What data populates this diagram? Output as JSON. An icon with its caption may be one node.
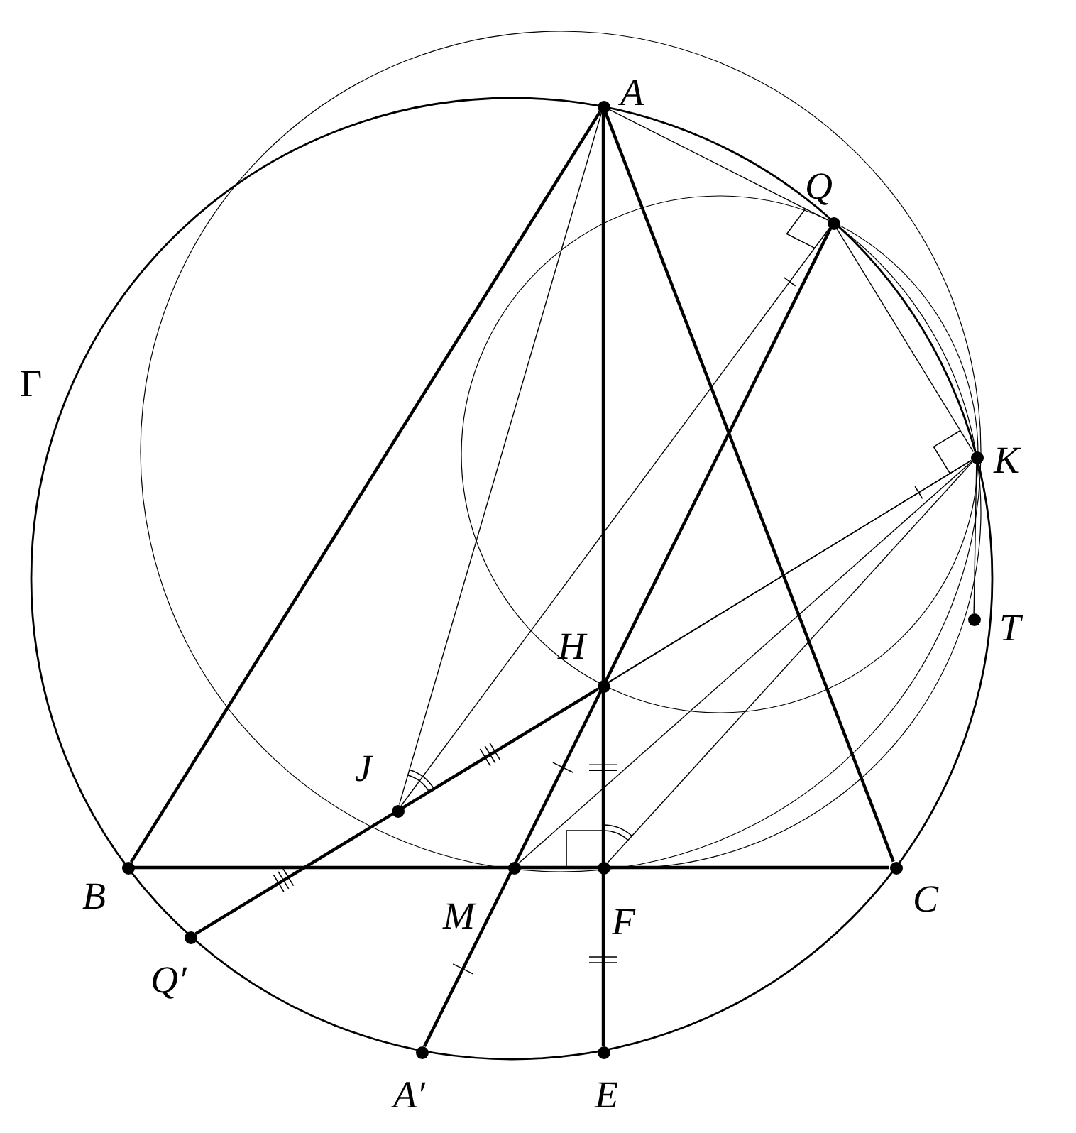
{
  "diagram": {
    "nodes": [
      {
        "text": [
          "A"
        ]
      },
      {
        "text": [
          "Q"
        ]
      },
      {
        "text": [
          "K"
        ]
      },
      {
        "text": [
          "T"
        ]
      },
      {
        "text": [
          "H"
        ]
      },
      {
        "text": [
          "J"
        ]
      },
      {
        "text": [
          "B"
        ]
      },
      {
        "text": [
          "M"
        ]
      },
      {
        "text": [
          "F"
        ]
      },
      {
        "text": [
          "C"
        ]
      },
      {
        "text": [
          "Q′"
        ]
      },
      {
        "text": [
          "A′"
        ]
      },
      {
        "text": [
          "E"
        ]
      }
    ],
    "edges": [
      {
        "from": 0,
        "to": 6,
        "arrow": "none",
        "style": "thick"
      },
      {
        "from": 0,
        "to": 9,
        "arrow": "none",
        "style": "thick"
      },
      {
        "from": 6,
        "to": 9,
        "arrow": "none",
        "style": "thick"
      },
      {
        "from": 0,
        "to": 12,
        "arrow": "none",
        "style": "thick"
      },
      {
        "from": 1,
        "to": 11,
        "arrow": "none",
        "style": "thick"
      },
      {
        "from": 10,
        "to": 4,
        "arrow": "none",
        "style": "thick"
      },
      {
        "from": 0,
        "to": 5,
        "arrow": "none"
      },
      {
        "from": 0,
        "to": 1,
        "arrow": "none"
      },
      {
        "from": 1,
        "to": 2,
        "arrow": "none"
      },
      {
        "from": 1,
        "to": 5,
        "arrow": "none"
      },
      {
        "from": 2,
        "to": 5,
        "arrow": "none"
      },
      {
        "from": 2,
        "to": 4,
        "arrow": "none"
      },
      {
        "from": 2,
        "to": 7,
        "arrow": "none"
      },
      {
        "from": 2,
        "to": 8,
        "arrow": "none"
      },
      {
        "from": 2,
        "to": 3,
        "arrow": "none"
      }
    ],
    "labels": [
      "Γ"
    ]
  }
}
